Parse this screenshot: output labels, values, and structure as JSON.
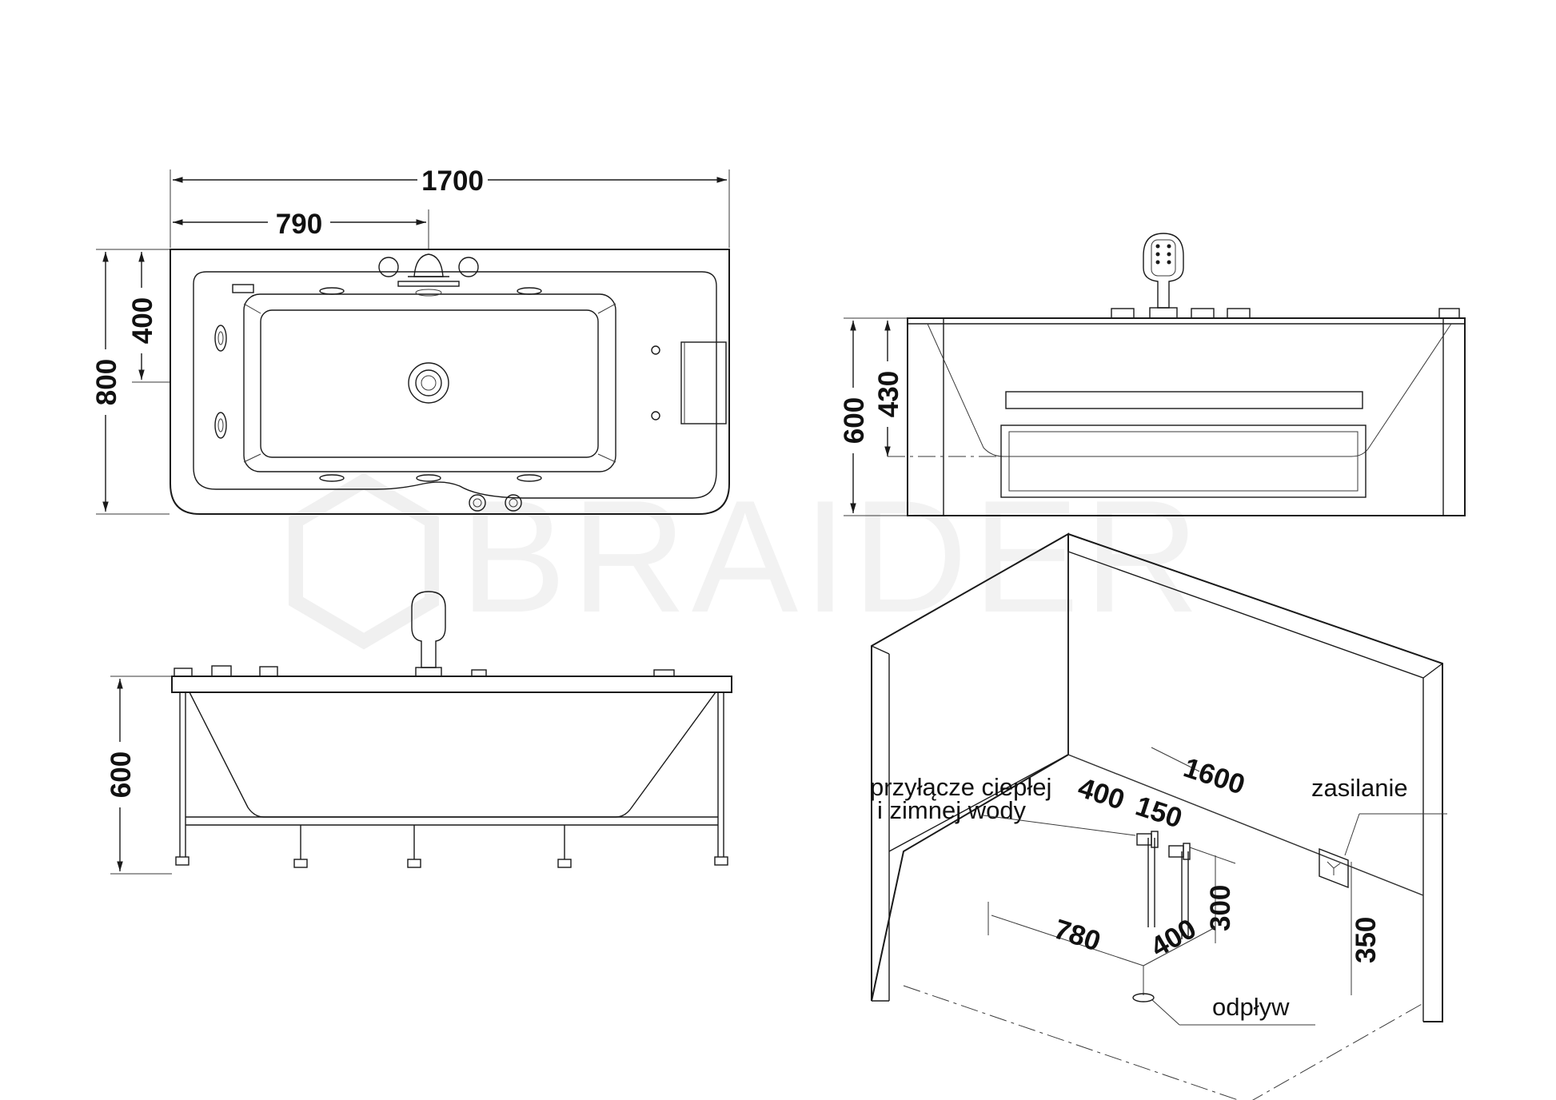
{
  "watermark": "BRAIDER",
  "top_view": {
    "dim_length": "1700",
    "dim_to_tap": "790",
    "dim_depth": "800",
    "dim_half_depth": "400"
  },
  "side_view": {
    "dim_height": "600",
    "dim_inner_height": "430"
  },
  "front_view": {
    "dim_height": "600"
  },
  "installation": {
    "dim_wall_length": "1600",
    "dim_water_offset": "400",
    "dim_water_spacing": "150",
    "dim_drain_offset": "780",
    "dim_drain_depth": "400",
    "dim_water_height": "300",
    "dim_power_height": "350",
    "label_water_line1": "przyłącze ciepłej",
    "label_water_line2": "i zimnej wody",
    "label_power": "zasilanie",
    "label_drain": "odpływ"
  }
}
